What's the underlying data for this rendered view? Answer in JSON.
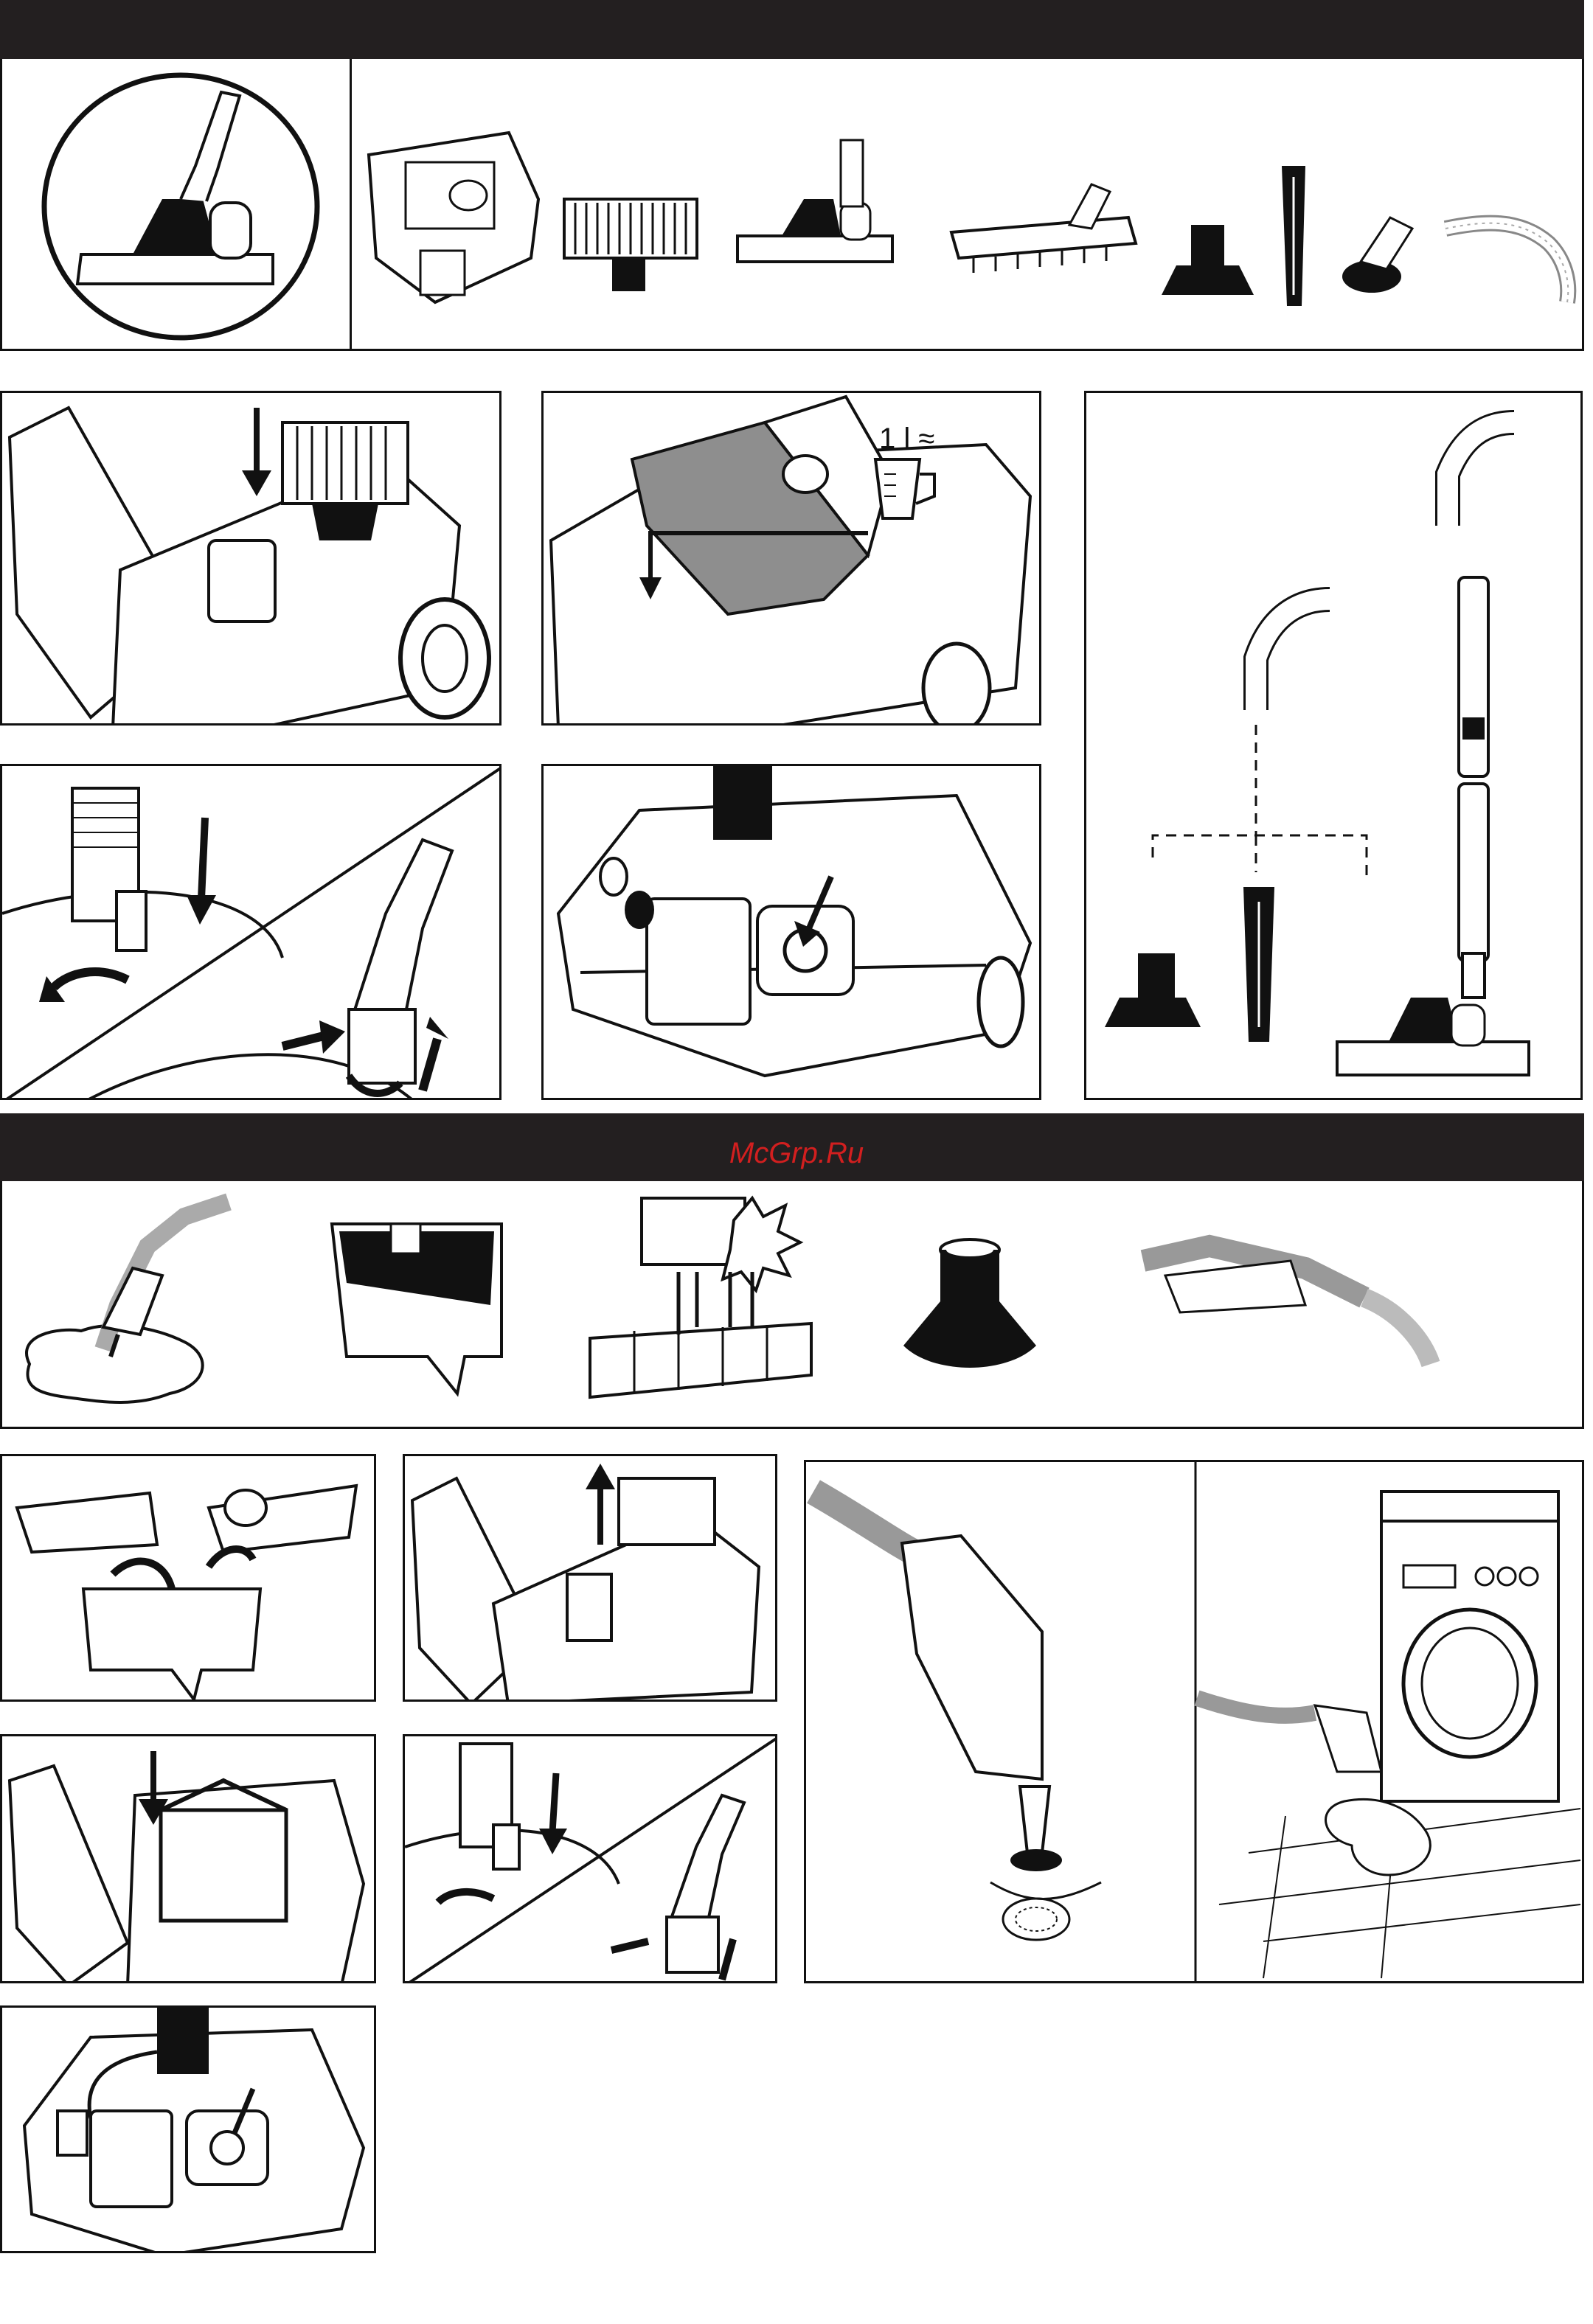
{
  "measure_label": "1 l ≈",
  "watermark": "McGrp.Ru",
  "sections": [
    {
      "name": "vacuum-section"
    },
    {
      "name": "wet-section"
    }
  ],
  "colors": {
    "bar": "#231f20",
    "line": "#111111",
    "watermark": "#d21f1f",
    "panel_gray": "#8e8e8e"
  }
}
